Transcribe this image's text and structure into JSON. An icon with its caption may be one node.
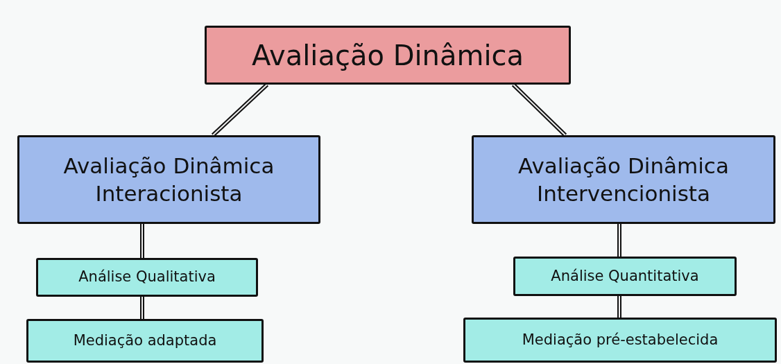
{
  "diagram": {
    "nodes": [
      {
        "text": [
          "Avaliação Dinâmica"
        ]
      },
      {
        "text": [
          "Avaliação Dinâmica Interacionista"
        ]
      },
      {
        "text": [
          "Avaliação Dinâmica Intervencionista"
        ]
      },
      {
        "text": [
          "Análise Qualitativa"
        ]
      },
      {
        "text": [
          "Mediação adaptada"
        ]
      },
      {
        "text": [
          "Análise Quantitativa"
        ]
      },
      {
        "text": [
          "Mediação pré-estabelecida"
        ]
      }
    ],
    "edges": [
      {
        "from": 0,
        "to": 1,
        "arrow": "none"
      },
      {
        "from": 0,
        "to": 2,
        "arrow": "none"
      },
      {
        "from": 1,
        "to": 3,
        "arrow": "none"
      },
      {
        "from": 3,
        "to": 4,
        "arrow": "none"
      },
      {
        "from": 2,
        "to": 5,
        "arrow": "none"
      },
      {
        "from": 5,
        "to": 6,
        "arrow": "none"
      }
    ]
  }
}
